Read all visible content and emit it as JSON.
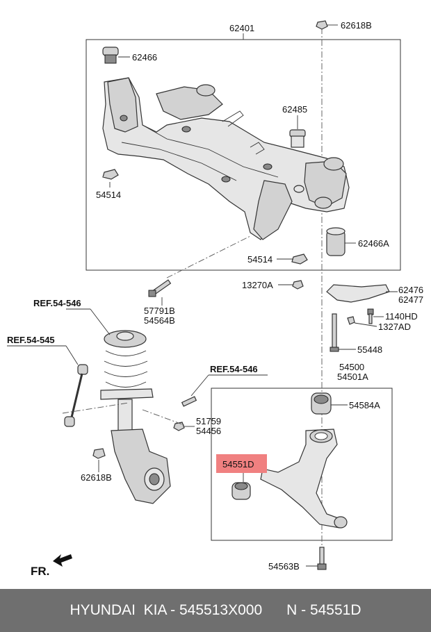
{
  "labels": {
    "l62401": "62401",
    "l62618B_top": "62618B",
    "l62466": "62466",
    "l62485": "62485",
    "l54514_left": "54514",
    "l62466A": "62466A",
    "l54514_right": "54514",
    "l13270A": "13270A",
    "l62476": "62476",
    "l62477": "62477",
    "l57791B": "57791B",
    "l54564B": "54564B",
    "l1140HD": "1140HD",
    "l1327AD": "1327AD",
    "l55448": "55448",
    "l54500": "54500",
    "l54501A": "54501A",
    "l54584A": "54584A",
    "l51759": "51759",
    "l54456": "54456",
    "l62618B_bottom": "62618B",
    "l54551D": "54551D",
    "l54563B": "54563B"
  },
  "refs": {
    "ref1": "REF.54-546",
    "ref2": "REF.54-545",
    "ref3": "REF.54-546"
  },
  "fr_label": "FR.",
  "highlight_color": "#f08080",
  "footer": {
    "brand": "HYUNDAI  KIA",
    "part_number": "545513X000",
    "item_code": "54551D",
    "text": "HYUNDAI  KIA - 545513X000      N - 54551D"
  }
}
